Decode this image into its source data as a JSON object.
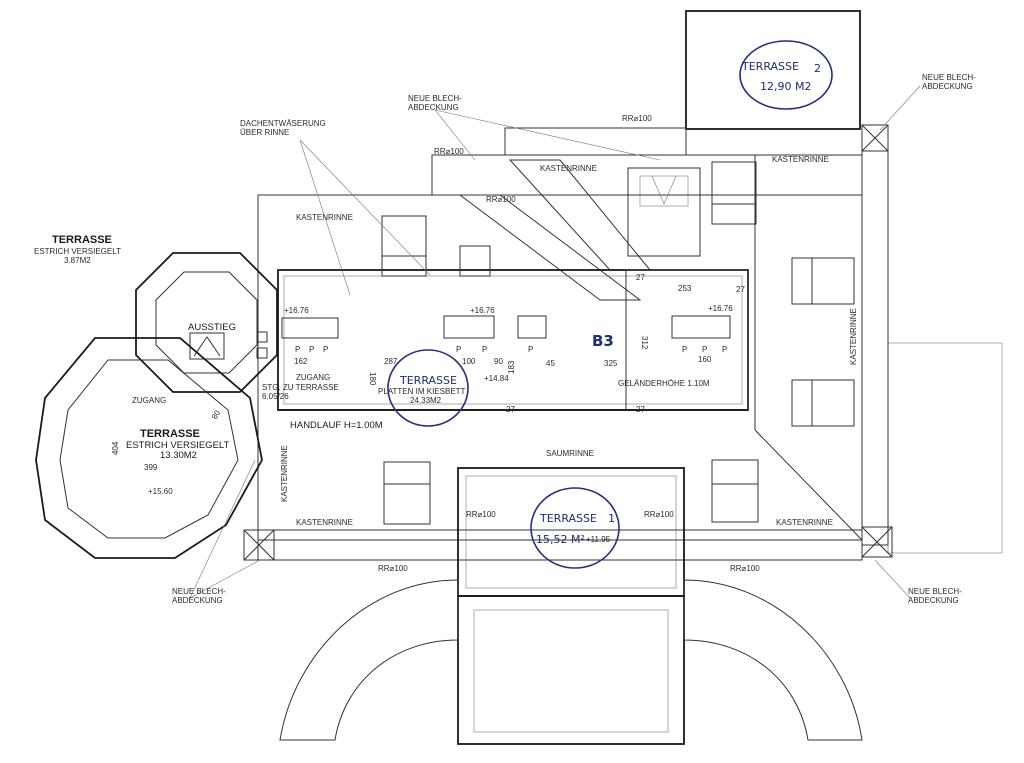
{
  "labels": {
    "terrasse_octagon_small": "TERRASSE",
    "estrich_small": "ESTRICH VERSIEGELT",
    "area_small": "3.87M2",
    "ausstieg": "AUSSTIEG",
    "zugang_left": "ZUGANG",
    "terrasse_octagon_large": "TERRASSE",
    "estrich_large": "ESTRICH VERSIEGELT",
    "area_large": "13.30M2",
    "dim_404": "404",
    "dim_399": "399",
    "elev_1560": "+15.60",
    "dachentwaesserung_1": "DACHENTWÄSERUNG",
    "dachentwaesserung_2": "ÜBER RINNE",
    "neue_blech_top_1": "NEUE BLECH-",
    "neue_blech_top_2": "ABDECKUNG",
    "neue_blech_right_1": "NEUE BLECH-",
    "neue_blech_right_2": "ABDECKUNG",
    "neue_blech_br_1": "NEUE BLECH-",
    "neue_blech_br_2": "ABDECKUNG",
    "neue_blech_bl_1": "NEUE BLECH-",
    "neue_blech_bl_2": "ABDECKUNG",
    "rr100_a": "RR⌀100",
    "rr100_b": "RR⌀100",
    "rr100_c": "RR⌀100",
    "rr100_d": "RR⌀100",
    "rr100_e": "RR⌀100",
    "rr100_f": "RR⌀100",
    "rr100_g": "RR⌀100",
    "kastenrinne_top_left": "KASTENRINNE",
    "kastenrinne_top_mid": "KASTENRINNE",
    "kastenrinne_top_right": "KASTENRINNE",
    "kastenrinne_right_vert": "KASTENRINNE",
    "kastenrinne_bottom_left": "KASTENRINNE",
    "kastenrinne_bottom_right": "KASTENRINNE",
    "kastenrinne_left_vert": "KASTENRINNE",
    "saumrinne": "SAUMRINNE",
    "elev_1676_a": "+16.76",
    "elev_1676_b": "+16.76",
    "elev_1676_c": "+16.76",
    "dim_162": "162",
    "dim_287": "287",
    "dim_180": "180",
    "dim_100": "100",
    "dim_90": "90",
    "dim_183": "183",
    "dim_45": "45",
    "dim_325": "325",
    "dim_312": "312",
    "dim_160": "160",
    "dim_253": "253",
    "dim_27_a": "27",
    "dim_27_b": "27",
    "dim_27_c": "27",
    "dim_27_d": "27",
    "dim_80": "80",
    "zugang_stg_1": "ZUGANG",
    "zugang_stg_2": "STG. ZU TERRASSE",
    "stg_ratio": "6.05/26",
    "terrasse_main": "TERRASSE",
    "platten_kiesbett": "PLATTEN IM KIESBETT",
    "area_main": "24.33M2",
    "elev_1484": "+14.84",
    "b3": "B3",
    "gelaender": "GELÄNDERHÖHE 1.10M",
    "handlauf": "HANDLAUF H=1.00M",
    "terrasse_1": "TERRASSE",
    "terrasse_1_area": "15,52 M²",
    "terrasse_1_num": "1",
    "elev_1195": "+11.95",
    "terrasse_2": "TERRASSE",
    "terrasse_2_num": "2",
    "terrasse_2_area": "12,90 M2",
    "p": "P"
  }
}
